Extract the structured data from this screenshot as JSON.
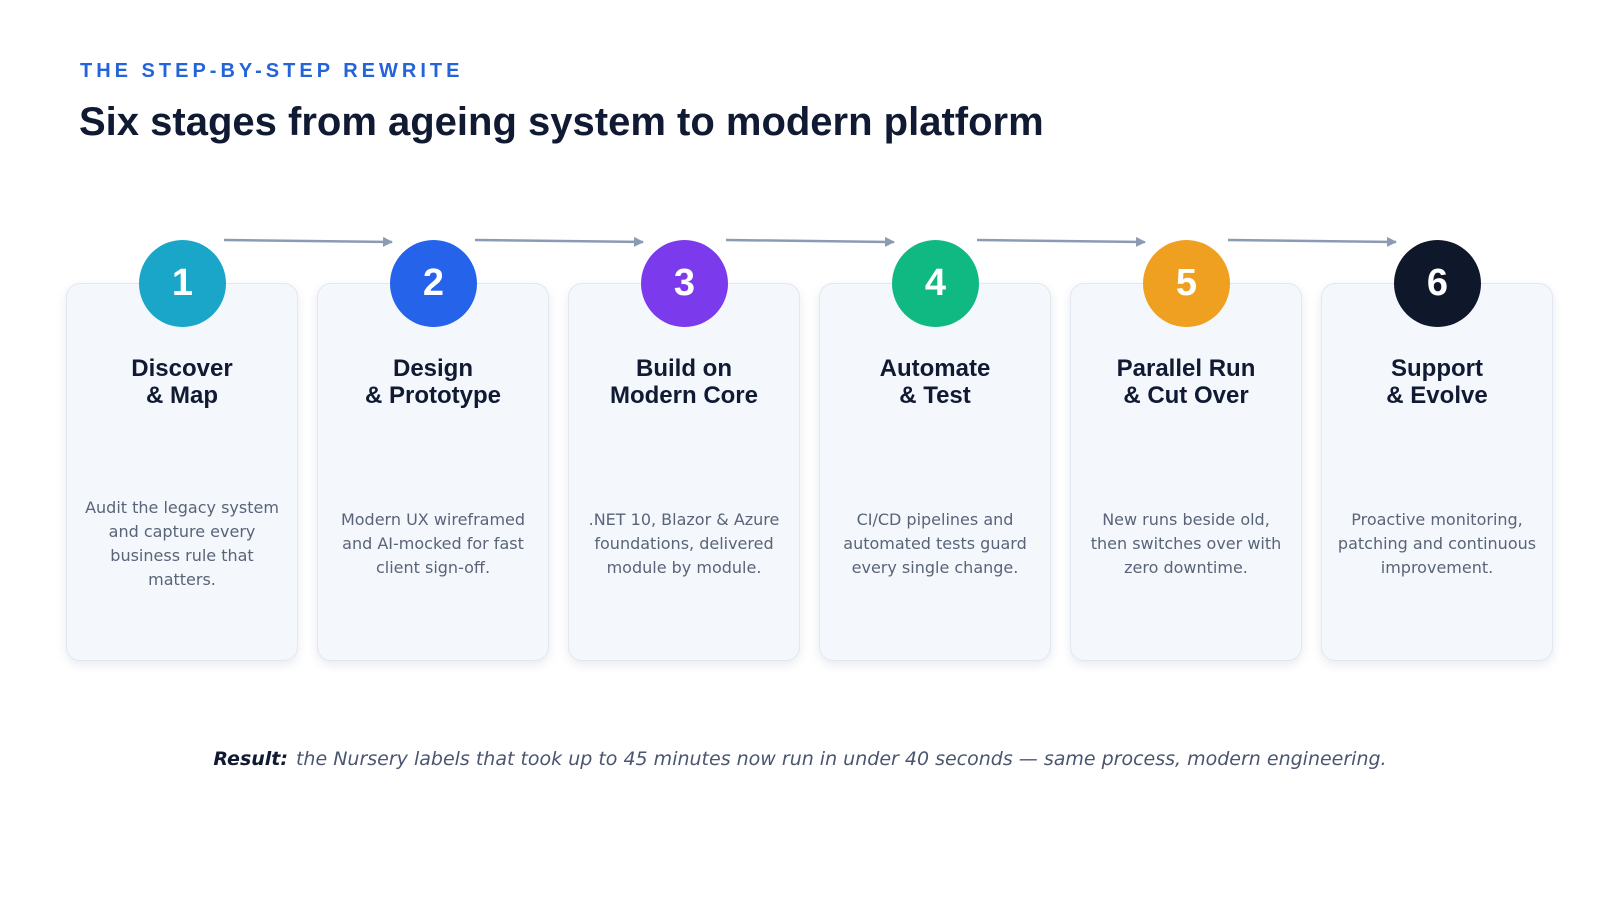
{
  "eyebrow": "THE STEP-BY-STEP REWRITE",
  "title": "Six stages from ageing system to modern platform",
  "stages": [
    {
      "number": "1",
      "title_line1": "Discover",
      "title_line2": "& Map",
      "description": "Audit the legacy system and capture every business rule that matters.",
      "color": "#1aa6c9"
    },
    {
      "number": "2",
      "title_line1": "Design",
      "title_line2": "& Prototype",
      "description": "Modern UX wireframed and AI-mocked for fast client sign-off.",
      "color": "#2563eb"
    },
    {
      "number": "3",
      "title_line1": "Build on",
      "title_line2": "Modern Core",
      "description": ".NET 10, Blazor & Azure foundations, delivered module by module.",
      "color": "#7c3aed"
    },
    {
      "number": "4",
      "title_line1": "Automate",
      "title_line2": "& Test",
      "description": "CI/CD pipelines and automated tests guard every single change.",
      "color": "#10b981"
    },
    {
      "number": "5",
      "title_line1": "Parallel Run",
      "title_line2": "& Cut Over",
      "description": "New runs beside old, then switches over with zero downtime.",
      "color": "#f0a020"
    },
    {
      "number": "6",
      "title_line1": "Support",
      "title_line2": "& Evolve",
      "description": "Proactive monitoring, patching and continuous improvement.",
      "color": "#0f172a"
    }
  ],
  "connector_color": "#8c9bb4",
  "result": {
    "label": "Result:",
    "text": "the Nursery labels that took up to 45 minutes now run in under 40 seconds — same process, modern engineering."
  }
}
